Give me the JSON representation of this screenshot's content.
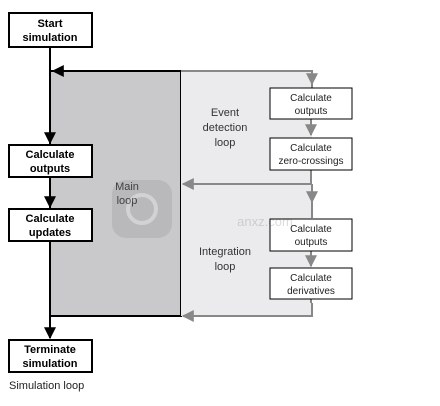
{
  "diagram": {
    "left_boxes": {
      "start": [
        "Start",
        "simulation"
      ],
      "calc_outputs": [
        "Calculate",
        "outputs"
      ],
      "calc_updates": [
        "Calculate",
        "updates"
      ],
      "terminate": [
        "Terminate",
        "simulation"
      ]
    },
    "regions": {
      "main_loop": [
        "Main",
        "loop"
      ],
      "event_detection_loop": [
        "Event",
        "detection",
        "loop"
      ],
      "integration_loop": [
        "Integration",
        "loop"
      ]
    },
    "right_boxes": {
      "event_outputs": [
        "Calculate",
        "outputs"
      ],
      "zero_crossings": [
        "Calculate",
        "zero-crossings"
      ],
      "integration_outputs": [
        "Calculate",
        "outputs"
      ],
      "derivatives": [
        "Calculate",
        "derivatives"
      ]
    },
    "colors": {
      "main_loop_fill": "#c9c8cb",
      "inner_loop_fill": "#ebeaed",
      "loop_arrow_gray": "#888888",
      "main_line": "#000000"
    },
    "watermark_text": "anxz.com"
  },
  "caption": "Simulation loop"
}
